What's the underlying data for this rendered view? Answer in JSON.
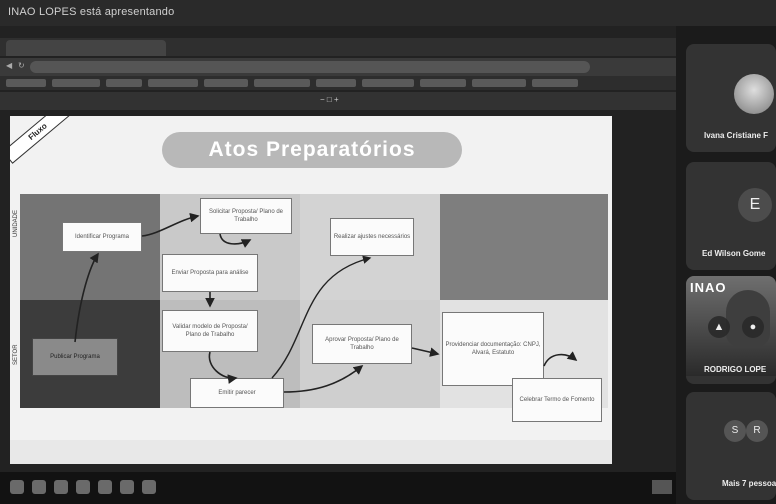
{
  "meeting": {
    "presenter_banner": "INAO LOPES está apresentando"
  },
  "slide": {
    "title": "Atos Preparatórios",
    "ribbon": "Fluxo",
    "lanes": [
      "UNIDADE",
      "SETOR"
    ],
    "cards": [
      {
        "text": "Identificar Programa",
        "dark": false
      },
      {
        "text": "Solicitar Proposta/ Plano de Trabalho",
        "dark": false
      },
      {
        "text": "Enviar Proposta para análise",
        "dark": false
      },
      {
        "text": "Realizar ajustes necessários",
        "dark": false
      },
      {
        "text": "Validar modelo de Proposta/ Plano de Trabalho",
        "dark": false
      },
      {
        "text": "Aprovar Proposta/ Plano de Trabalho",
        "dark": false
      },
      {
        "text": "Publicar Programa",
        "dark": true
      },
      {
        "text": "Emitir parecer",
        "dark": false
      },
      {
        "text": "Providenciar documentação: CNPJ, Alvará, Estatuto",
        "dark": false
      },
      {
        "text": "Celebrar Termo de Fomento",
        "dark": false
      }
    ]
  },
  "participants": [
    {
      "name": "Ivana Cristiane F",
      "type": "photo"
    },
    {
      "name": "Ed Wilson Gome",
      "type": "letter",
      "letter": "E"
    },
    {
      "name": "RODRIGO LOPE",
      "type": "video",
      "logo": "INAO"
    },
    {
      "name": "Mais 7 pessoa",
      "type": "more",
      "letters": [
        "S",
        "R"
      ]
    }
  ],
  "colors": {
    "background": "#1b1b1b",
    "tile": "#333333",
    "slide": "#f2f2f2"
  }
}
